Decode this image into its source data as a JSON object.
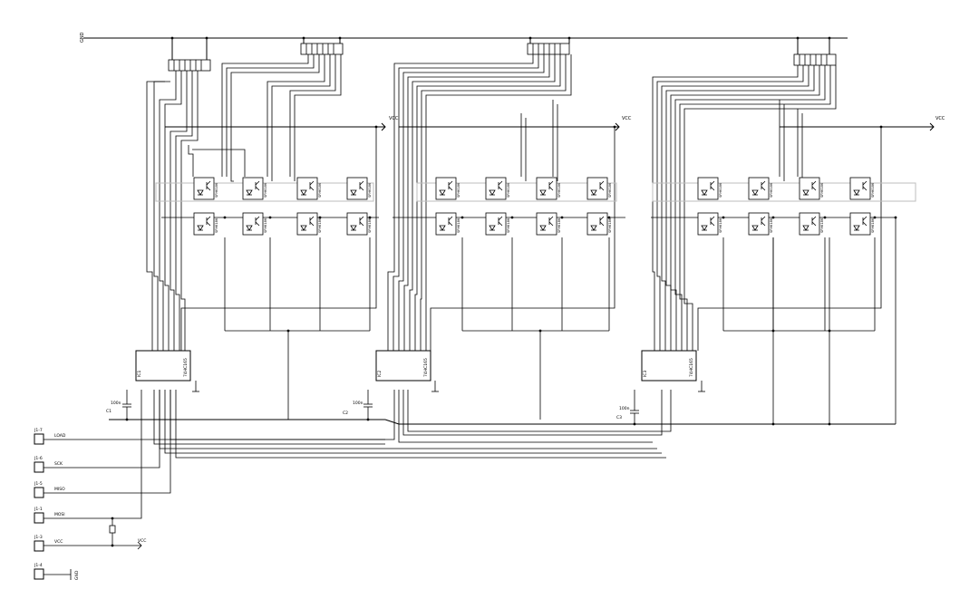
{
  "connectors": [
    {
      "pin": "J1-7",
      "signal": "LOAD"
    },
    {
      "pin": "J1-6",
      "signal": "SCK"
    },
    {
      "pin": "J1-5",
      "signal": "MISO"
    },
    {
      "pin": "J1-1",
      "signal": "MOSI"
    },
    {
      "pin": "J1-3",
      "signal": "VCC"
    },
    {
      "pin": "J1-4",
      "signal": "GND"
    }
  ],
  "shift_registers": [
    {
      "ref": "IC1",
      "label": "74HC165"
    },
    {
      "ref": "IC2",
      "label": "74HC165"
    },
    {
      "ref": "IC3",
      "label": "74HC165"
    }
  ],
  "capacitors": [
    {
      "value": "100n",
      "ref": "C1"
    },
    {
      "value": "100n",
      "ref": "C2"
    },
    {
      "value": "100n",
      "ref": "C3"
    }
  ],
  "net_labels": {
    "vcc": "VCC",
    "gnd": "GND"
  },
  "optocoupler_part": "SFH6186"
}
